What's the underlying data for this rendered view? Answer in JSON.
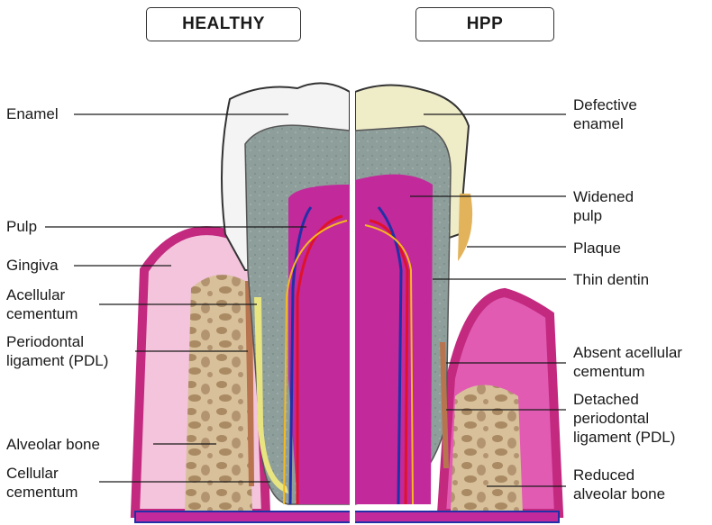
{
  "headers": {
    "healthy": "HEALTHY",
    "hpp": "HPP"
  },
  "left_labels": {
    "enamel": "Enamel",
    "pulp": "Pulp",
    "gingiva": "Gingiva",
    "acellular_cementum": "Acellular\ncementum",
    "pdl": "Periodontal\nligament (PDL)",
    "alveolar_bone": "Alveolar bone",
    "cellular_cementum": "Cellular\ncementum"
  },
  "right_labels": {
    "defective_enamel": "Defective\nenamel",
    "widened_pulp": "Widened\npulp",
    "plaque": "Plaque",
    "thin_dentin": "Thin dentin",
    "absent_acellular_cementum": "Absent acellular\ncementum",
    "detached_pdl": "Detached\nperiodontal\nligament (PDL)",
    "reduced_alveolar_bone": "Reduced\nalveolar bone"
  },
  "colors": {
    "gingiva": "#c2297f",
    "gingiva_light": "#f3c4dc",
    "bone": "#d8c09a",
    "bone_pores": "#a98a63",
    "dentin": "#8e9e9a",
    "enamel_healthy": "#f4f4f4",
    "enamel_hpp": "#efecc8",
    "pulp": "#c2299b",
    "plaque": "#e2b35a",
    "pdl": "#b7744f",
    "cementum": "#e8e480",
    "vessel_red": "#e0122a",
    "vessel_blue": "#2230a8",
    "nerve_yellow": "#f5b81f"
  }
}
